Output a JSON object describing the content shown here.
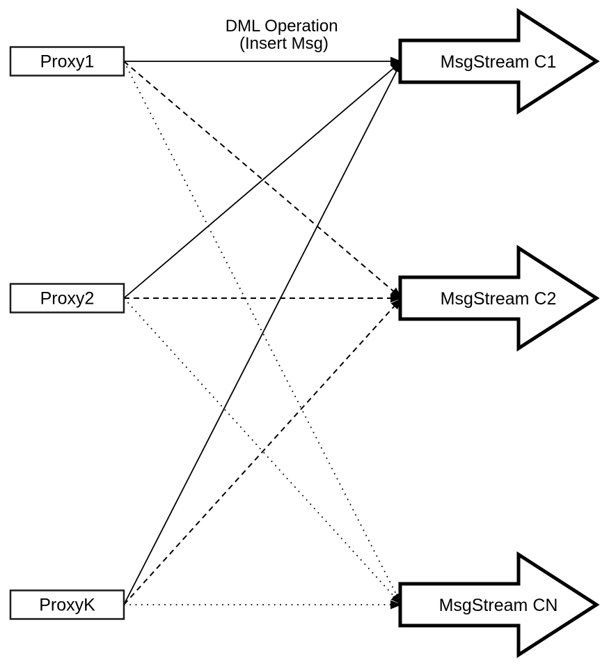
{
  "annotation": {
    "line1": "DML Operation",
    "line2": "(Insert Msg)"
  },
  "proxies": [
    {
      "id": "proxy1",
      "label": "Proxy1"
    },
    {
      "id": "proxy2",
      "label": "Proxy2"
    },
    {
      "id": "proxyk",
      "label": "ProxyK"
    }
  ],
  "streams": [
    {
      "id": "c1",
      "label": "MsgStream C1"
    },
    {
      "id": "c2",
      "label": "MsgStream C2"
    },
    {
      "id": "cn",
      "label": "MsgStream CN"
    }
  ],
  "edges": [
    {
      "from": "proxy1",
      "to": "c1",
      "style": "solid"
    },
    {
      "from": "proxy2",
      "to": "c1",
      "style": "solid"
    },
    {
      "from": "proxyk",
      "to": "c1",
      "style": "solid"
    },
    {
      "from": "proxy1",
      "to": "c2",
      "style": "dashed"
    },
    {
      "from": "proxy2",
      "to": "c2",
      "style": "dashed"
    },
    {
      "from": "proxyk",
      "to": "c2",
      "style": "dashed"
    },
    {
      "from": "proxy1",
      "to": "cn",
      "style": "dotted"
    },
    {
      "from": "proxy2",
      "to": "cn",
      "style": "dotted"
    },
    {
      "from": "proxyk",
      "to": "cn",
      "style": "dotted"
    }
  ],
  "colors": {
    "background": "#ffffff",
    "shape_fill": "#ffffff",
    "line_stroke": "#000000",
    "box_border": "#1c1c1c",
    "text": "#000000"
  }
}
